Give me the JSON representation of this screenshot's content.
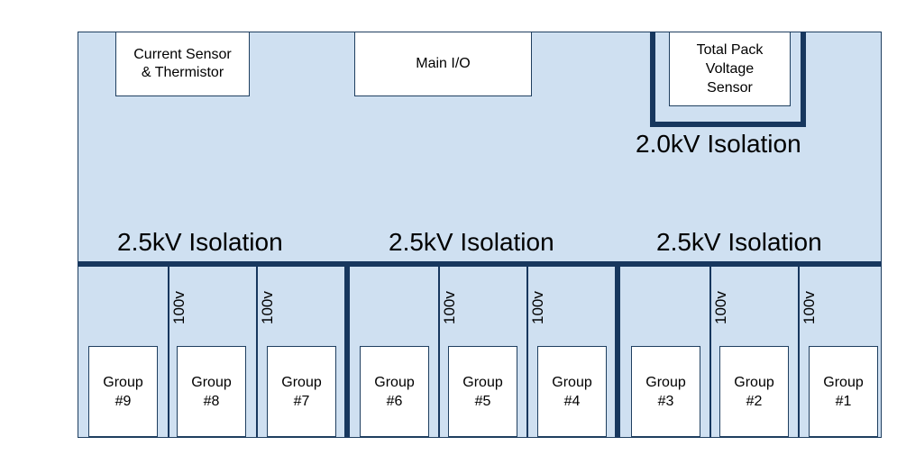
{
  "top_modules": {
    "current_sensor": "Current Sensor\n& Thermistor",
    "main_io": "Main I/O",
    "total_pack": "Total Pack\nVoltage\nSensor"
  },
  "isolation": {
    "pack_sensor": "2.0kV Isolation",
    "segment_left": "2.5kV Isolation",
    "segment_middle": "2.5kV Isolation",
    "segment_right": "2.5kV Isolation"
  },
  "group_separator_label": "100v",
  "groups": [
    {
      "label": "Group",
      "number": "#9"
    },
    {
      "label": "Group",
      "number": "#8"
    },
    {
      "label": "Group",
      "number": "#7"
    },
    {
      "label": "Group",
      "number": "#6"
    },
    {
      "label": "Group",
      "number": "#5"
    },
    {
      "label": "Group",
      "number": "#4"
    },
    {
      "label": "Group",
      "number": "#3"
    },
    {
      "label": "Group",
      "number": "#2"
    },
    {
      "label": "Group",
      "number": "#1"
    }
  ],
  "colors": {
    "board": "#cfe0f1",
    "barrier": "#17375e",
    "module": "#ffffff"
  }
}
